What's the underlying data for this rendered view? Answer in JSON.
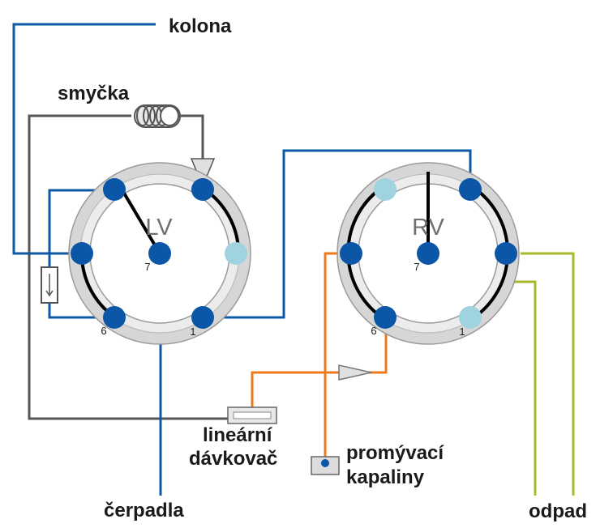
{
  "labels": {
    "kolona": "kolona",
    "smycka": "smyčka",
    "cerpadla": "čerpadla",
    "linearni_line1": "lineární",
    "linearni_line2": "dávkovač",
    "promyvaci_line1": "promývací",
    "promyvaci_line2": "kapaliny",
    "odpad": "odpad"
  },
  "valves": {
    "left": {
      "name": "LV",
      "center_port": "7",
      "port_a": "6",
      "port_b": "1"
    },
    "right": {
      "name": "RV",
      "center_port": "7",
      "port_a": "6",
      "port_b": "1"
    }
  },
  "colors": {
    "blue_line": "#0c5aa6",
    "dark_line": "#555555",
    "orange_line": "#ec7a1c",
    "green_line": "#a8b92a",
    "port_dark": "#0b56a6",
    "port_light": "#9fd3e0",
    "valve_ring": "#d6d6d6",
    "valve_ring_edge": "#9a9a9a"
  }
}
